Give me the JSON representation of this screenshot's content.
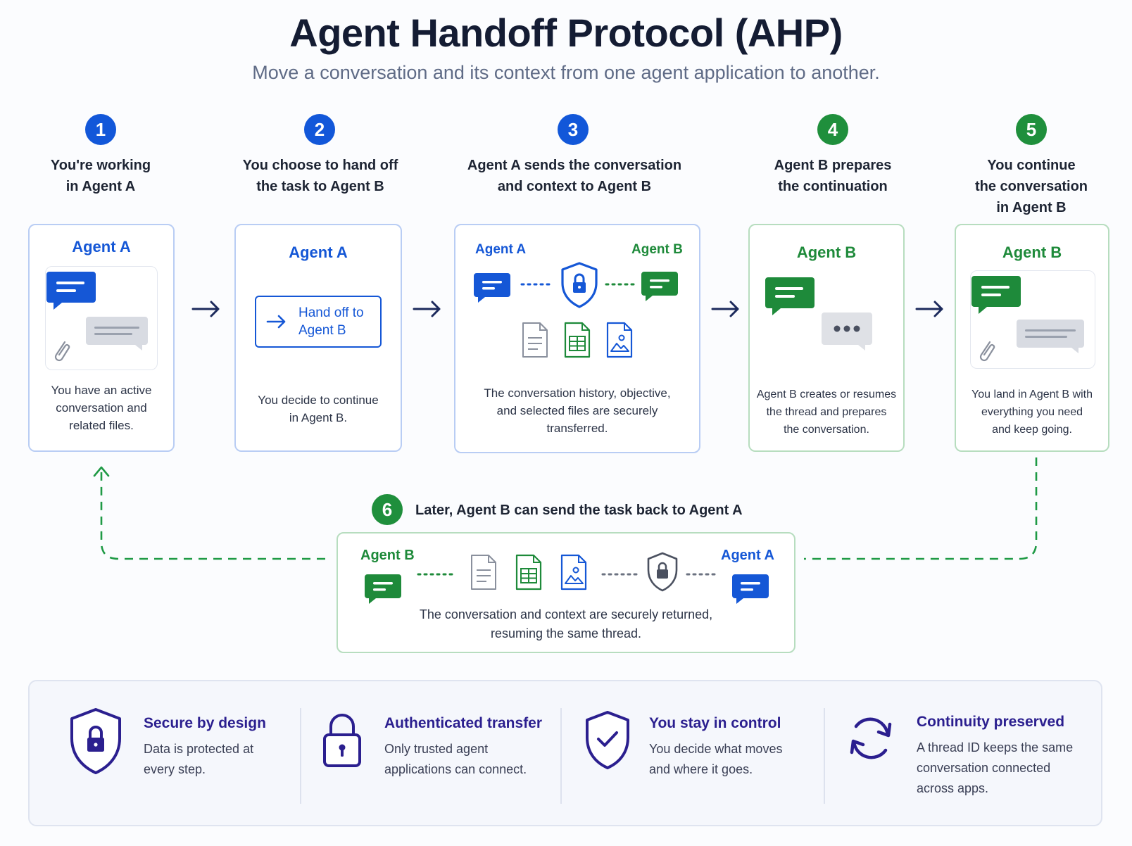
{
  "header": {
    "title": "Agent Handoff Protocol (AHP)",
    "subtitle": "Move a conversation and its context from one agent application to another."
  },
  "steps": [
    {
      "number": "1",
      "heading_line1": "You're working",
      "heading_line2": "in Agent A",
      "card_title": "Agent A",
      "desc_line1": "You have an active",
      "desc_line2": "conversation and",
      "desc_line3": "related files."
    },
    {
      "number": "2",
      "heading_line1": "You choose to hand off",
      "heading_line2": "the task to Agent B",
      "card_title": "Agent A",
      "button_line1": "Hand off to",
      "button_line2": "Agent B",
      "desc_line1": "You decide to continue",
      "desc_line2": "in Agent B."
    },
    {
      "number": "3",
      "heading_line1": "Agent A sends the conversation",
      "heading_line2": "and context to Agent B",
      "left_label": "Agent A",
      "right_label": "Agent B",
      "desc_line1": "The conversation history, objective,",
      "desc_line2": "and selected files are securely",
      "desc_line3": "transferred."
    },
    {
      "number": "4",
      "heading_line1": "Agent B prepares",
      "heading_line2": "the continuation",
      "card_title": "Agent B",
      "desc_line1": "Agent B creates or resumes",
      "desc_line2": "the thread and prepares",
      "desc_line3": "the conversation."
    },
    {
      "number": "5",
      "heading_line1": "You continue",
      "heading_line2": "the conversation",
      "heading_line3": "in Agent B",
      "card_title": "Agent B",
      "desc_line1": "You land in Agent B with",
      "desc_line2": "everything you need",
      "desc_line3": "and keep going."
    }
  ],
  "return_step": {
    "number": "6",
    "heading": "Later, Agent B can send the task back to Agent A",
    "left_label": "Agent B",
    "right_label": "Agent A",
    "desc_line1": "The conversation and context are securely returned,",
    "desc_line2": "resuming the same thread."
  },
  "features": [
    {
      "icon": "shield-lock-icon",
      "title": "Secure by design",
      "desc_line1": "Data is protected at",
      "desc_line2": "every step."
    },
    {
      "icon": "padlock-icon",
      "title": "Authenticated transfer",
      "desc_line1": "Only trusted agent",
      "desc_line2": "applications can connect."
    },
    {
      "icon": "shield-check-icon",
      "title": "You stay in control",
      "desc_line1": "You decide what moves",
      "desc_line2": "and where it goes."
    },
    {
      "icon": "refresh-icon",
      "title": "Continuity preserved",
      "desc_line1": "A thread ID keeps the same",
      "desc_line2": "conversation connected",
      "desc_line3": "across apps."
    }
  ],
  "colors": {
    "blue": "#1557d6",
    "green": "#1e8a3a",
    "purple": "#2b1f8f",
    "dashed_green": "#1f9a45"
  }
}
